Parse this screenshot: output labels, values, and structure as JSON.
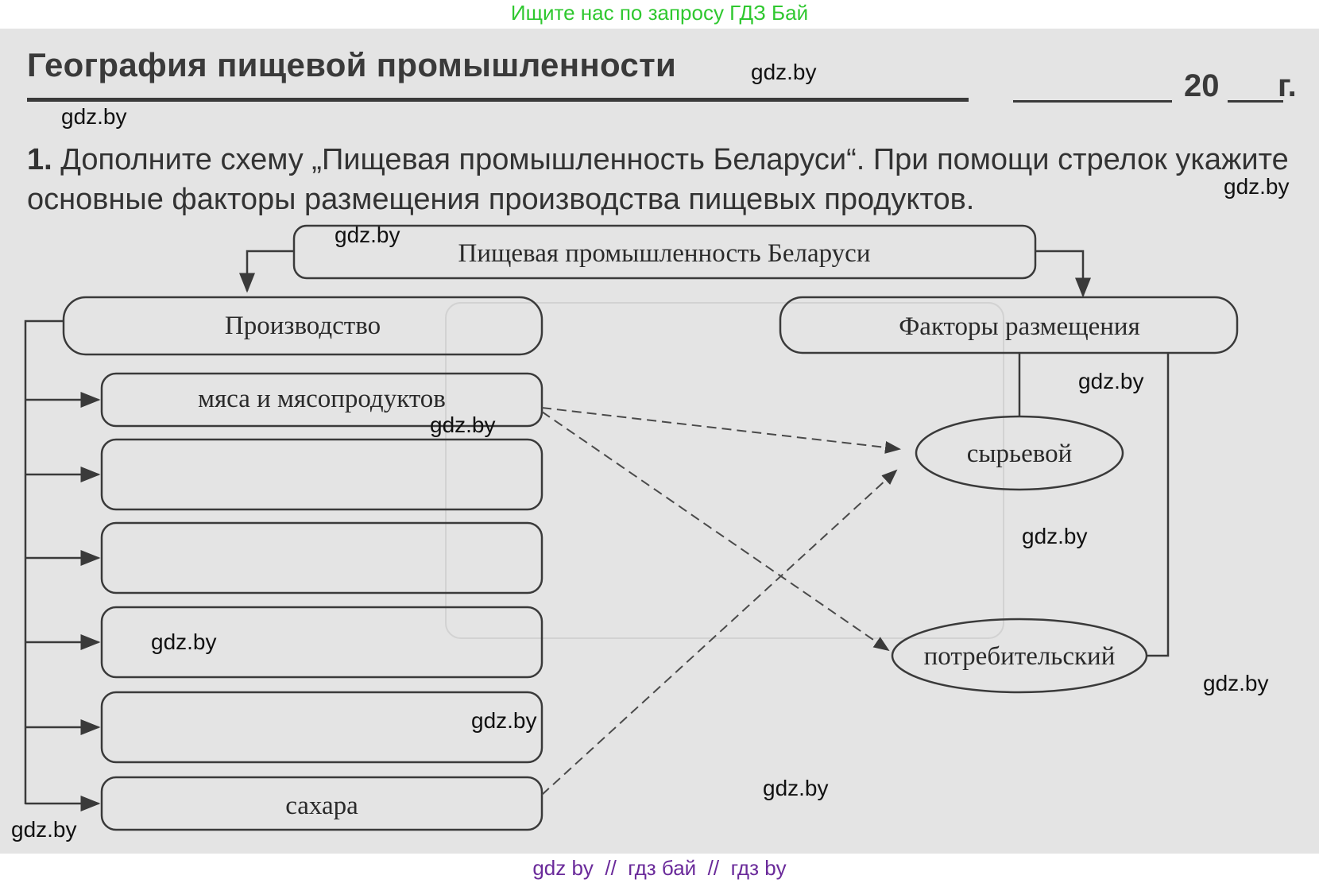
{
  "banner": {
    "text": "Ищите нас по запросу ГДЗ Бай"
  },
  "header": {
    "title": "География пищевой промышленности",
    "year_num": "20",
    "year_suffix": "г."
  },
  "task": {
    "number": "1.",
    "text": "Дополните схему „Пищевая промышленность Беларуси“. При помощи стрелок укажите основные факторы размещения производства пищевых продуктов."
  },
  "diagram": {
    "root": "Пищевая промышленность Беларуси",
    "left_header": "Производство",
    "right_header": "Факторы размещения",
    "production_items": [
      "мяса и мясопродуктов",
      "",
      "",
      "",
      "",
      "сахара"
    ],
    "factor_items": [
      "сырьевой",
      "потребительский"
    ]
  },
  "watermarks": [
    "gdz.by",
    "gdz.by",
    "gdz.by",
    "gdz.by",
    "gdz.by",
    "gdz.by",
    "gdz.by",
    "gdz.by",
    "gdz.by",
    "gdz.by",
    "gdz.by"
  ],
  "footer": {
    "part1": "gdz by",
    "sep1": "//",
    "part2": "гдз бай",
    "sep2": "//",
    "part3": "гдз by"
  },
  "colors": {
    "banner_text": "#2fc82f",
    "footer_text": "#6a2a9a",
    "line": "#3a3a3a"
  }
}
